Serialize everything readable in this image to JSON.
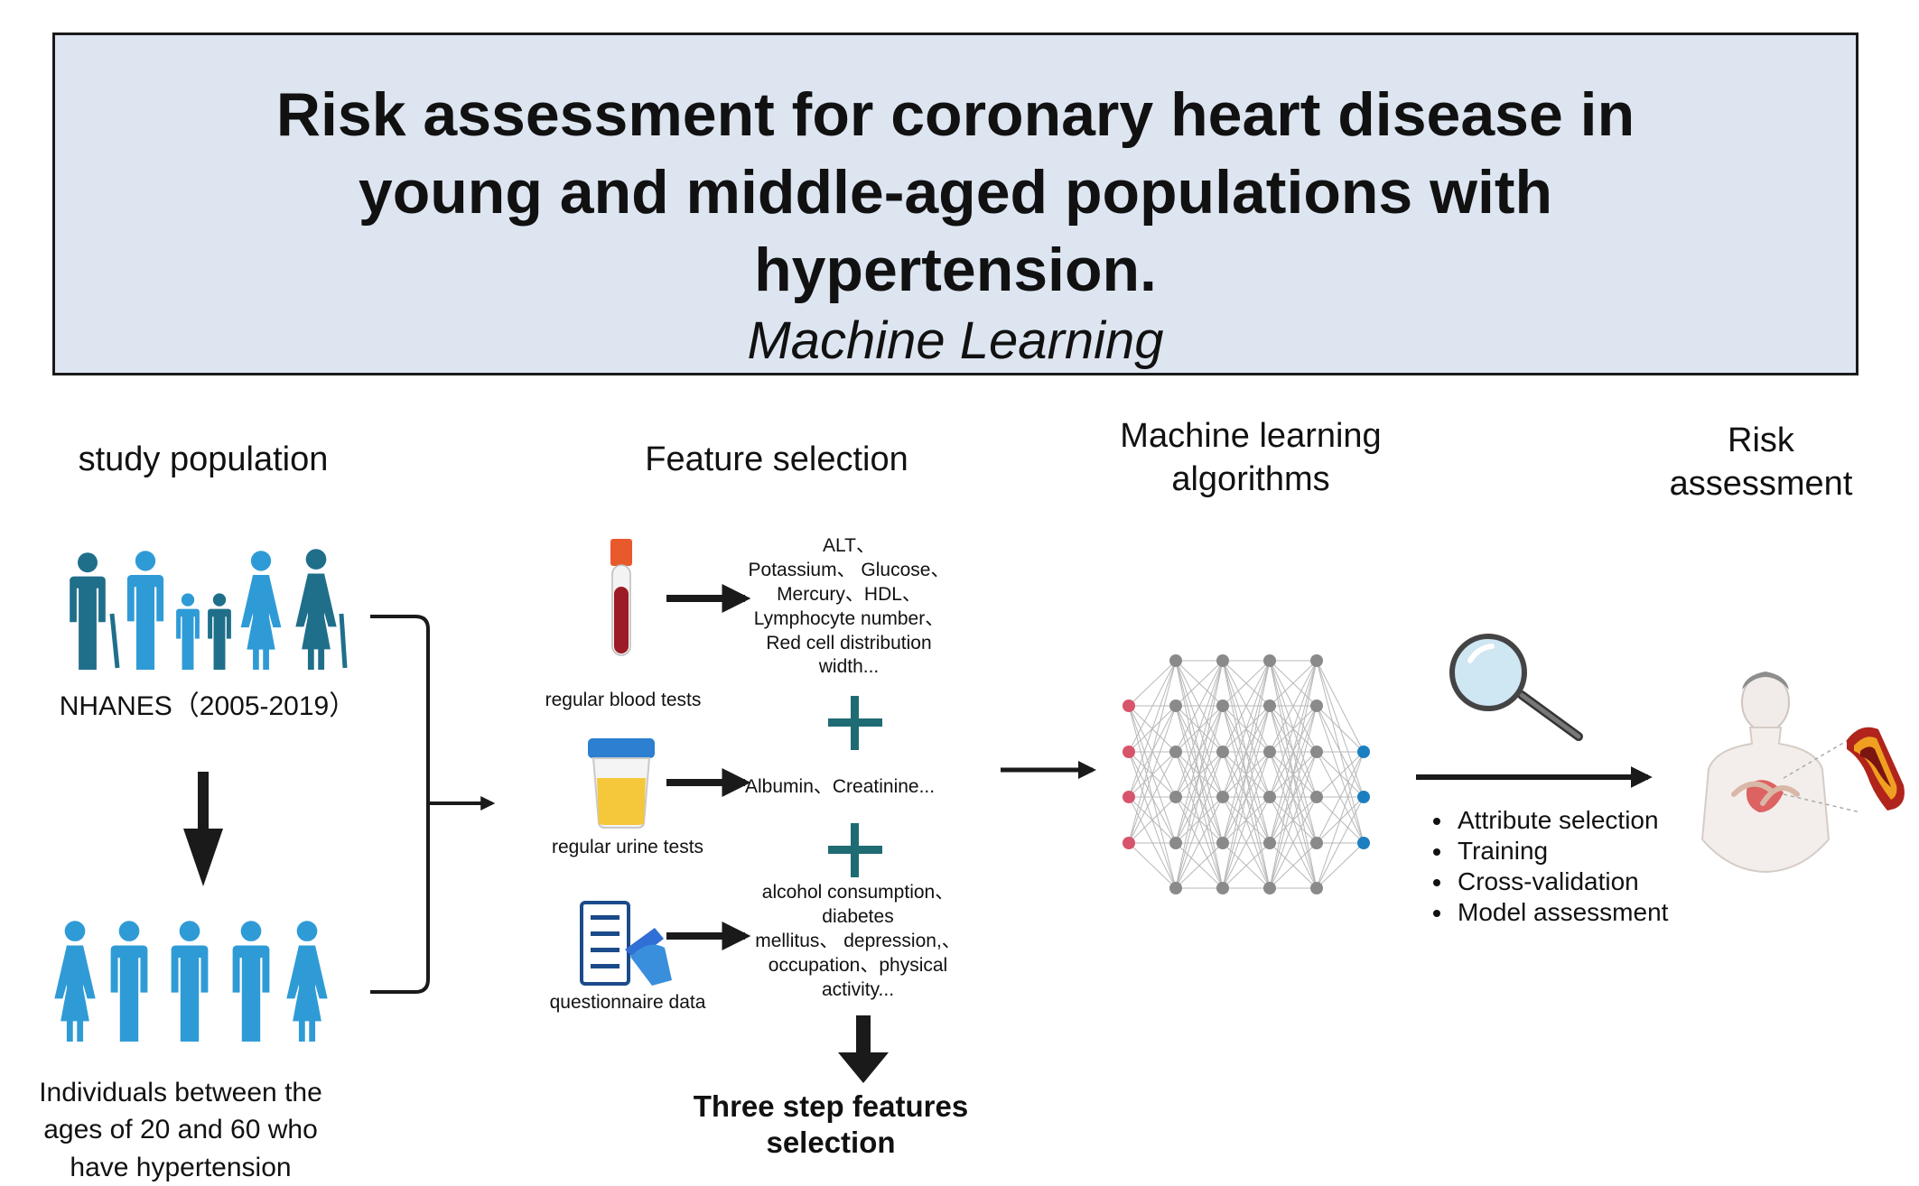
{
  "title": {
    "line1": "Risk assessment for coronary heart disease in",
    "line2": "young and middle-aged populations with",
    "line3": "hypertension.",
    "subtitle": "Machine Learning"
  },
  "sections": {
    "study_population": "study population",
    "feature_selection": "Feature selection",
    "ml_line1": "Machine learning",
    "ml_line2": "algorithms",
    "risk_line1": "Risk",
    "risk_line2": "assessment"
  },
  "population": {
    "source": "NHANES（2005-2019）",
    "criteria_line1": "Individuals between the",
    "criteria_line2": "ages of 20 and 60 who",
    "criteria_line3": "have hypertension"
  },
  "features": {
    "blood_label": "regular blood tests",
    "blood_items": [
      "ALT、",
      "Potassium、 Glucose、",
      "Mercury、HDL、",
      "Lymphocyte number、",
      "Red cell distribution",
      "width..."
    ],
    "urine_label": "regular urine tests",
    "urine_items": "Albumin、Creatinine...",
    "questionnaire_label": "questionnaire data",
    "questionnaire_items": [
      "alcohol consumption、",
      "diabetes",
      "mellitus、 depression,、",
      "occupation、physical",
      "activity..."
    ],
    "result_line1": "Three step features",
    "result_line2": "selection"
  },
  "ml_steps": [
    "Attribute selection",
    "Training",
    "Cross-validation",
    "Model assessment"
  ],
  "colors": {
    "title_bg": "#dde5f1",
    "person_blue": "#2f9bd6",
    "person_dark": "#1f6f8b",
    "plus_teal": "#1f6b73",
    "input_node": "#d8546a",
    "hidden_node": "#8a8a8a",
    "output_node": "#1a7fc0",
    "arrow": "#1a1a1a"
  },
  "icons": [
    "people-family-icon",
    "people-group-icon",
    "blood-tube-icon",
    "urine-cup-icon",
    "questionnaire-icon",
    "plus-icon",
    "magnifier-icon",
    "human-torso-icon",
    "artery-icon"
  ]
}
